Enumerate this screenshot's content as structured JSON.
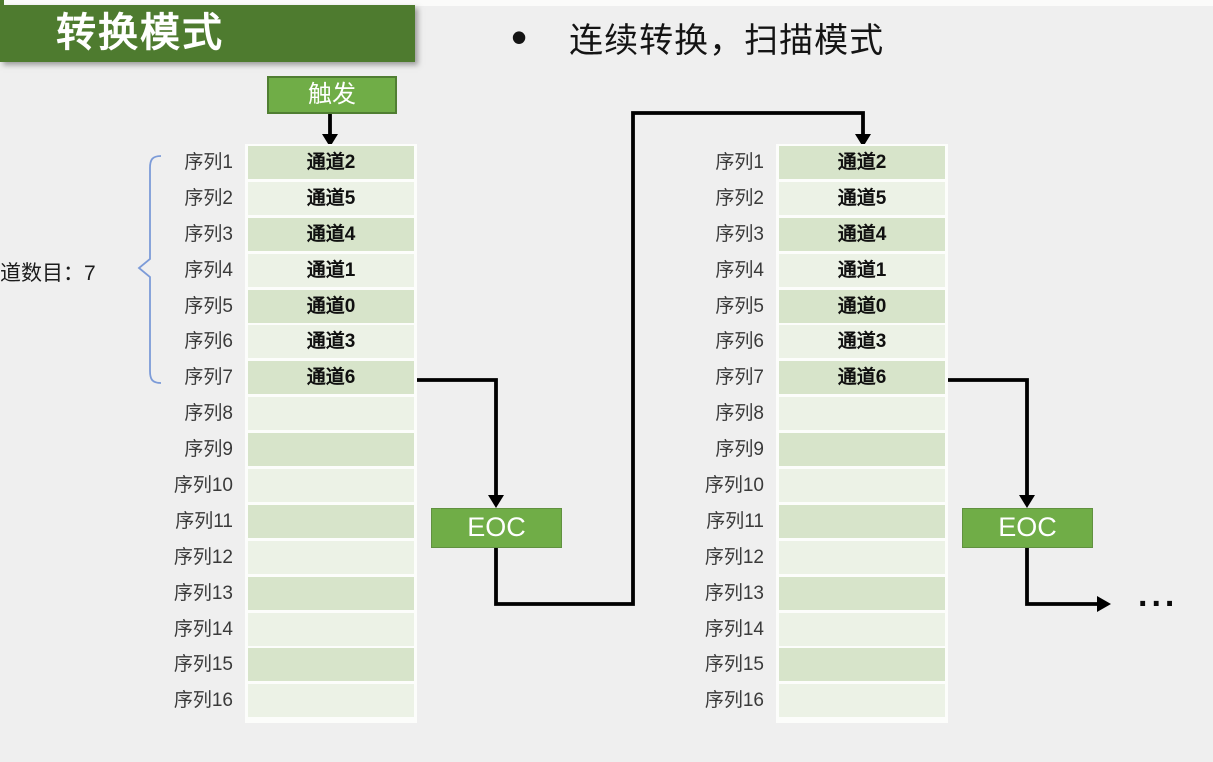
{
  "slide": {
    "title": "转换模式",
    "bullet_marker": "•",
    "bullet": "连续转换，扫描模式",
    "ellipsis": "...",
    "channel_count_label": "道数目：7",
    "colors": {
      "title_bar": "#4e7b2f",
      "box_fill": "#70ad47",
      "box_border": "#507e32",
      "row_dark": "#d7e4ca",
      "row_light": "#ecf2e6",
      "brace": "#7c9bd8",
      "background": "#efefef",
      "connector": "#000000"
    }
  },
  "trigger": {
    "label": "触发"
  },
  "eoc": {
    "label": "EOC"
  },
  "sequence": {
    "rows": [
      {
        "label": "序列1",
        "value": "通道2"
      },
      {
        "label": "序列2",
        "value": "通道5"
      },
      {
        "label": "序列3",
        "value": "通道4"
      },
      {
        "label": "序列4",
        "value": "通道1"
      },
      {
        "label": "序列5",
        "value": "通道0"
      },
      {
        "label": "序列6",
        "value": "通道3"
      },
      {
        "label": "序列7",
        "value": "通道6"
      },
      {
        "label": "序列8",
        "value": ""
      },
      {
        "label": "序列9",
        "value": ""
      },
      {
        "label": "序列10",
        "value": ""
      },
      {
        "label": "序列11",
        "value": ""
      },
      {
        "label": "序列12",
        "value": ""
      },
      {
        "label": "序列13",
        "value": ""
      },
      {
        "label": "序列14",
        "value": ""
      },
      {
        "label": "序列15",
        "value": ""
      },
      {
        "label": "序列16",
        "value": ""
      }
    ]
  }
}
